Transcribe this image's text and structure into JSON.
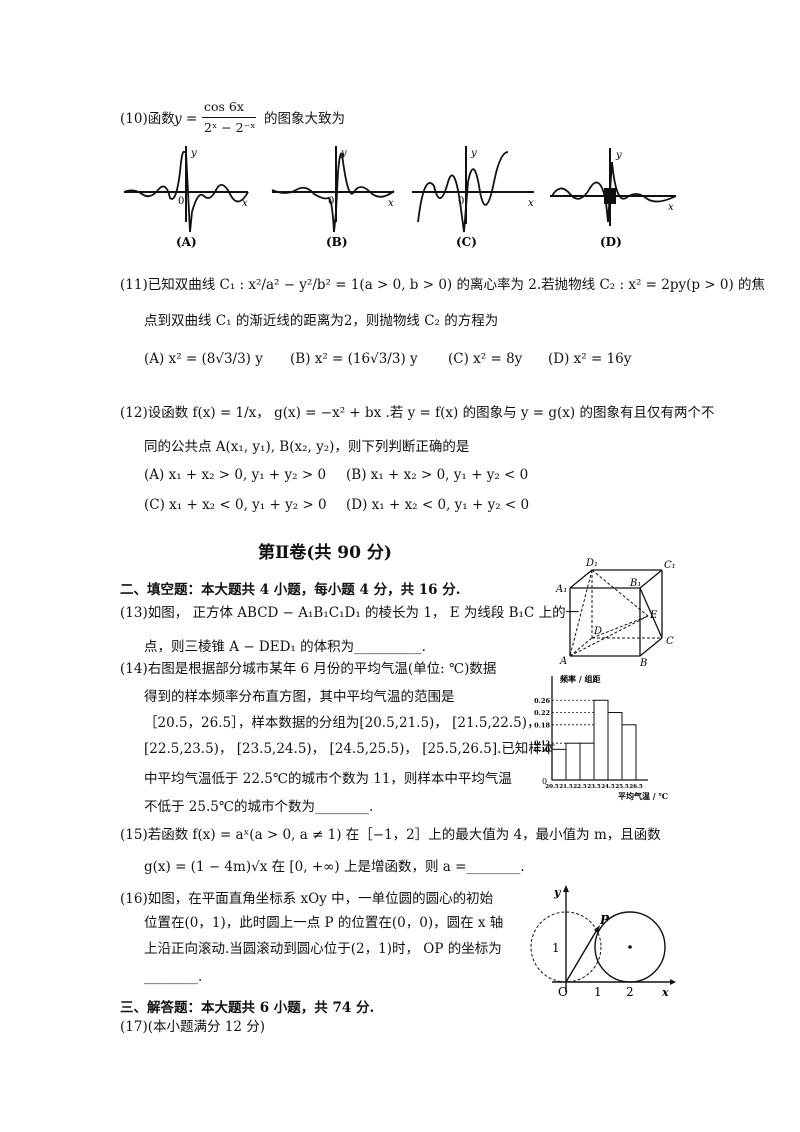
{
  "q10": {
    "prefix": "(10)函数",
    "formula_lhs": "y =",
    "numerator": "cos 6x",
    "denominator": "2ˣ − 2⁻ˣ",
    "suffix": "的图象大致为",
    "graph_labels": [
      "(A)",
      "(B)",
      "(C)",
      "(D)"
    ],
    "axis_x": "x",
    "axis_y": "y",
    "origin": "0"
  },
  "q11": {
    "line1": "(11)已知双曲线 C₁ : x²/a² − y²/b² = 1(a > 0, b > 0) 的离心率为 2.若抛物线 C₂ : x² = 2py(p > 0) 的焦",
    "line2": "点到双曲线 C₁ 的渐近线的距离为2，则抛物线 C₂ 的方程为",
    "options": [
      "(A) x² = (8√3/3) y",
      "(B) x² = (16√3/3) y",
      "(C) x² = 8y",
      "(D) x² = 16y"
    ]
  },
  "q12": {
    "line1": "(12)设函数 f(x) = 1/x， g(x) = −x² + bx .若 y = f(x) 的图象与 y = g(x) 的图象有且仅有两个不",
    "line2": "同的公共点 A(x₁, y₁), B(x₂, y₂)，则下列判断正确的是",
    "options": [
      "(A) x₁ + x₂ > 0, y₁ + y₂ > 0",
      "(B) x₁ + x₂ > 0, y₁ + y₂ < 0",
      "(C) x₁ + x₂ < 0, y₁ + y₂ > 0",
      "(D) x₁ + x₂ < 0, y₁ + y₂ < 0"
    ]
  },
  "part2_title": "第Ⅱ卷(共 90 分)",
  "section2": "二、填空题：本大题共 4 小题，每小题 4 分，共 16 分.",
  "q13": {
    "line1": "(13)如图， 正方体 ABCD − A₁B₁C₁D₁ 的棱长为 1， E 为线段 B₁C 上的一",
    "line2": "点，则三棱锥 A − DED₁ 的体积为__________.",
    "cube_labels": [
      "D₁",
      "C₁",
      "A₁",
      "B₁",
      "E",
      "D",
      "C",
      "A",
      "B"
    ]
  },
  "q14": {
    "lines": [
      "(14)右图是根据部分城市某年 6 月份的平均气温(单位: ℃)数据",
      "得到的样本频率分布直方图，其中平均气温的范围是",
      "［20.5，26.5］，样本数据的分组为[20.5,21.5)， [21.5,22.5)，",
      "[22.5,23.5)， [23.5,24.5)， [24.5,25.5)， [25.5,26.5].已知样本",
      "中平均气温低于 22.5℃的城市个数为 11，则样本中平均气温",
      "不低于 25.5℃的城市个数为________."
    ]
  },
  "chart_data": {
    "type": "bar",
    "categories": [
      "20.5-21.5",
      "21.5-22.5",
      "22.5-23.5",
      "23.5-24.5",
      "24.5-25.5",
      "25.5-26.5"
    ],
    "values": [
      0.1,
      0.12,
      0.12,
      0.26,
      0.22,
      0.18
    ],
    "tick_x": [
      "20.5",
      "21.5",
      "22.5",
      "23.5",
      "24.5",
      "25.5",
      "26.5"
    ],
    "tick_y": [
      "0.26",
      "0.22",
      "0.18",
      "0.12",
      "0.10"
    ],
    "tick_y_values": [
      0.26,
      0.22,
      0.18,
      0.12,
      0.1
    ],
    "ylabel": "频率 / 组距",
    "xlabel": "平均气温 / ℃",
    "origin": "0",
    "ylim": [
      0,
      0.3
    ]
  },
  "q15": {
    "line1": "(15)若函数 f(x) = aˣ(a > 0, a ≠ 1) 在［−1，2］上的最大值为 4，最小值为 m，且函数",
    "line2": "g(x) = (1 − 4m)√x 在 [0, +∞) 上是增函数，则 a =________."
  },
  "q16": {
    "lines": [
      "(16)如图，在平面直角坐标系 xOy 中，一单位圆的圆心的初始",
      "位置在(0，1)，此时圆上一点 P 的位置在(0，0)，圆在 x 轴",
      "上沿正向滚动.当圆滚动到圆心位于(2，1)时， OP 的坐标为",
      "________."
    ],
    "labels": {
      "y": "y",
      "p": "P",
      "one_y": "1",
      "o": "O",
      "one_x": "1",
      "two": "2",
      "x": "x"
    }
  },
  "section3": "三、解答题：本大题共 6 小题，共 74 分.",
  "q17": "(17)(本小题满分 12 分)"
}
